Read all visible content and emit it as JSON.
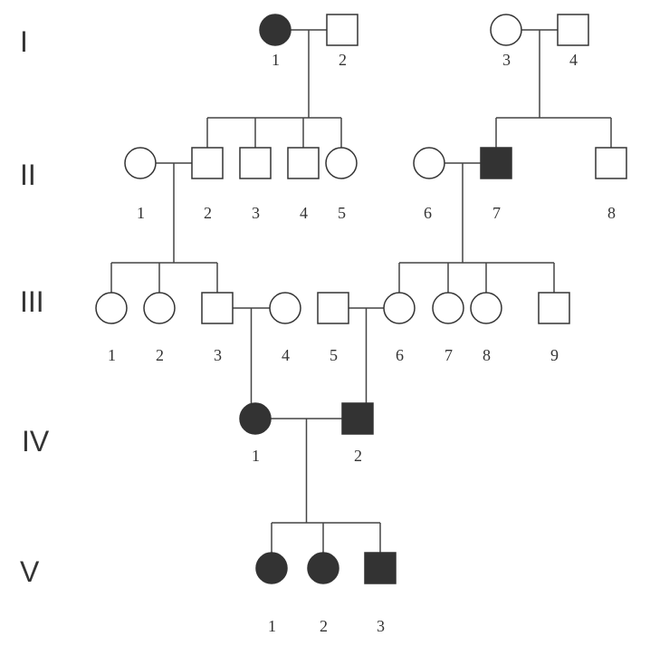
{
  "generations": [
    "I",
    "II",
    "III",
    "IV",
    "V"
  ],
  "colors": {
    "line": "#444444",
    "affected": "#333333",
    "unaffected": "#ffffff",
    "text": "#333333"
  },
  "individuals": [
    {
      "id": "I-1",
      "label": "1",
      "sex": "female",
      "affected": true
    },
    {
      "id": "I-2",
      "label": "2",
      "sex": "male",
      "affected": false
    },
    {
      "id": "I-3",
      "label": "3",
      "sex": "female",
      "affected": false
    },
    {
      "id": "I-4",
      "label": "4",
      "sex": "male",
      "affected": false
    },
    {
      "id": "II-1",
      "label": "1",
      "sex": "female",
      "affected": false
    },
    {
      "id": "II-2",
      "label": "2",
      "sex": "male",
      "affected": false
    },
    {
      "id": "II-3",
      "label": "3",
      "sex": "male",
      "affected": false
    },
    {
      "id": "II-4",
      "label": "4",
      "sex": "male",
      "affected": false
    },
    {
      "id": "II-5",
      "label": "5",
      "sex": "female",
      "affected": false
    },
    {
      "id": "II-6",
      "label": "6",
      "sex": "female",
      "affected": false
    },
    {
      "id": "II-7",
      "label": "7",
      "sex": "male",
      "affected": true
    },
    {
      "id": "II-8",
      "label": "8",
      "sex": "male",
      "affected": false
    },
    {
      "id": "III-1",
      "label": "1",
      "sex": "female",
      "affected": false
    },
    {
      "id": "III-2",
      "label": "2",
      "sex": "female",
      "affected": false
    },
    {
      "id": "III-3",
      "label": "3",
      "sex": "male",
      "affected": false
    },
    {
      "id": "III-4",
      "label": "4",
      "sex": "female",
      "affected": false
    },
    {
      "id": "III-5",
      "label": "5",
      "sex": "male",
      "affected": false
    },
    {
      "id": "III-6",
      "label": "6",
      "sex": "female",
      "affected": false
    },
    {
      "id": "III-7",
      "label": "7",
      "sex": "female",
      "affected": false
    },
    {
      "id": "III-8",
      "label": "8",
      "sex": "female",
      "affected": false
    },
    {
      "id": "III-9",
      "label": "9",
      "sex": "male",
      "affected": false
    },
    {
      "id": "IV-1",
      "label": "1",
      "sex": "female",
      "affected": true
    },
    {
      "id": "IV-2",
      "label": "2",
      "sex": "male",
      "affected": true
    },
    {
      "id": "V-1",
      "label": "1",
      "sex": "female",
      "affected": true
    },
    {
      "id": "V-2",
      "label": "2",
      "sex": "female",
      "affected": true
    },
    {
      "id": "V-3",
      "label": "3",
      "sex": "male",
      "affected": true
    }
  ],
  "marriages": [
    {
      "partners": [
        "I-1",
        "I-2"
      ],
      "children": [
        "II-2",
        "II-3",
        "II-4",
        "II-5"
      ]
    },
    {
      "partners": [
        "I-3",
        "I-4"
      ],
      "children": [
        "II-7",
        "II-8"
      ]
    },
    {
      "partners": [
        "II-1",
        "II-2"
      ],
      "children": [
        "III-1",
        "III-2",
        "III-3"
      ]
    },
    {
      "partners": [
        "II-6",
        "II-7"
      ],
      "children": [
        "III-6",
        "III-7",
        "III-8",
        "III-9"
      ]
    },
    {
      "partners": [
        "III-3",
        "III-4"
      ],
      "children": [
        "IV-1"
      ]
    },
    {
      "partners": [
        "III-5",
        "III-6"
      ],
      "children": [
        "IV-2"
      ]
    },
    {
      "partners": [
        "IV-1",
        "IV-2"
      ],
      "children": [
        "V-1",
        "V-2",
        "V-3"
      ]
    }
  ]
}
